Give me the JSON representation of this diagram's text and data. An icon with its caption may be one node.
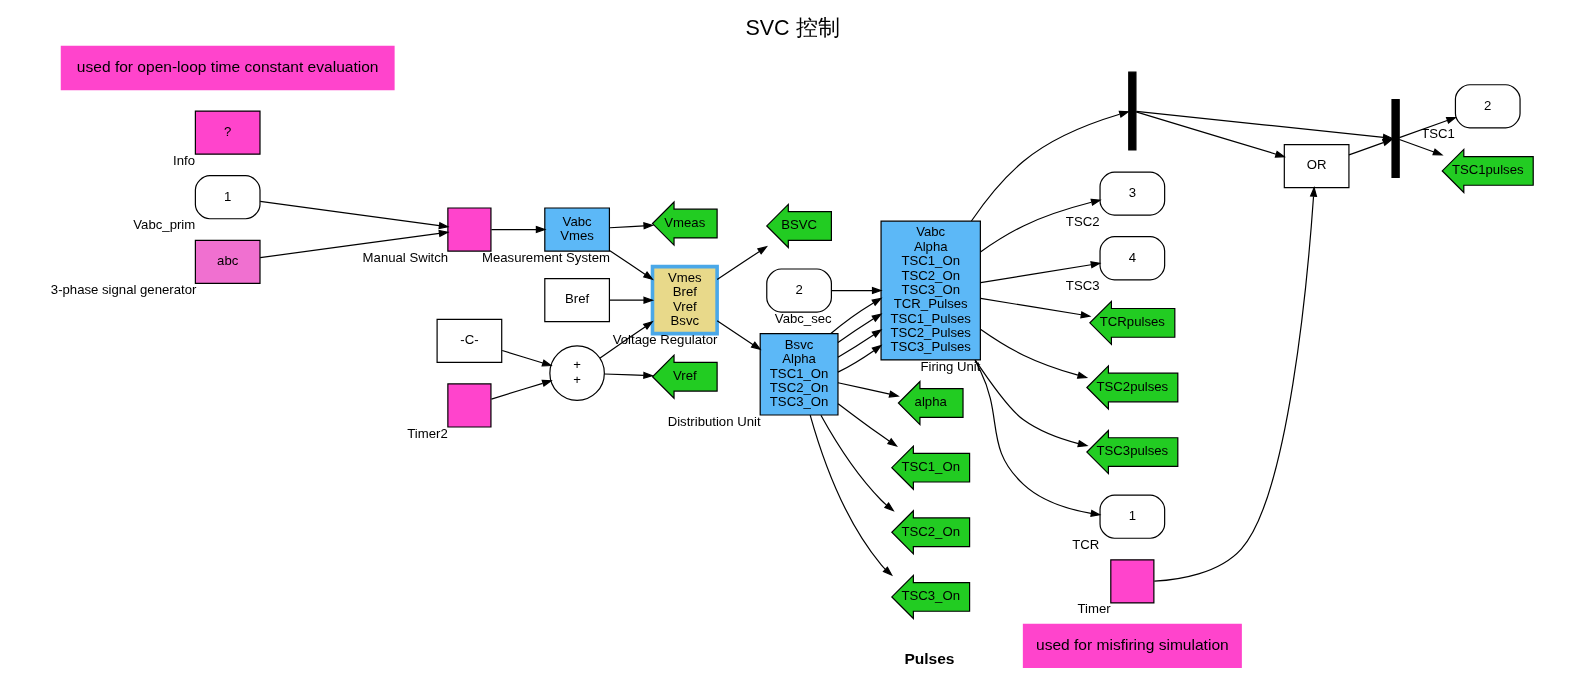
{
  "diagram": {
    "title": "SVC 控制",
    "nodes": [
      {
        "text": [
          "1"
        ],
        "beside": [
          "Vabc_prim"
        ]
      },
      {
        "text": [],
        "shape": "box",
        "beside": [
          "Manual Switch"
        ]
      },
      {
        "text": [
          "abc"
        ],
        "beside": [
          "3-phase signal generator"
        ]
      },
      {
        "text": [
          "Vabc",
          "Vmes"
        ],
        "beside": [
          "Measurement System"
        ]
      },
      {
        "text": [
          "Vmeas"
        ]
      },
      {
        "text": [
          "Bref"
        ]
      },
      {
        "text": [
          "-C-"
        ]
      },
      {
        "text": [
          "+",
          "+"
        ]
      },
      {
        "text": [],
        "shape": "box",
        "beside": [
          "Timer2"
        ]
      },
      {
        "text": [
          "Vref"
        ]
      },
      {
        "text": [
          "Vmes",
          "Bref",
          "Vref",
          "Bsvc"
        ],
        "beside": [
          "Voltage Regulator"
        ]
      },
      {
        "text": [
          "BSVC"
        ]
      },
      {
        "text": [
          "Bsvc",
          "Alpha",
          "TSC1_On",
          "TSC2_On",
          "TSC3_On"
        ],
        "beside": [
          "Distribution Unit"
        ]
      },
      {
        "text": [
          "2"
        ],
        "beside": [
          "Vabc_sec"
        ]
      },
      {
        "text": [
          "Vabc",
          "Alpha",
          "TSC1_On",
          "TSC2_On",
          "TSC3_On",
          "TCR_Pulses",
          "TSC1_Pulses",
          "TSC2_Pulses",
          "TSC3_Pulses"
        ],
        "beside": [
          "Firing Unit"
        ]
      },
      {
        "text": [
          "alpha"
        ]
      },
      {
        "text": [
          "TSC1_On"
        ]
      },
      {
        "text": [
          "TSC2_On"
        ]
      },
      {
        "text": [
          "TSC3_On"
        ]
      },
      {
        "text": [],
        "shape": "box",
        "beside": [
          "Timer"
        ]
      },
      {
        "text": [],
        "shape": "bar"
      },
      {
        "text": [
          "OR"
        ]
      },
      {
        "text": [],
        "shape": "bar"
      },
      {
        "text": [
          "1"
        ],
        "beside": [
          "TCR"
        ]
      },
      {
        "text": [
          "2"
        ],
        "beside": [
          "TSC1"
        ]
      },
      {
        "text": [
          "3"
        ],
        "beside": [
          "TSC2"
        ]
      },
      {
        "text": [
          "4"
        ],
        "beside": [
          "TSC3"
        ]
      },
      {
        "text": [
          "TCRpulses"
        ]
      },
      {
        "text": [
          "TSC1pulses"
        ]
      },
      {
        "text": [
          "TSC2pulses"
        ]
      },
      {
        "text": [
          "TSC3pulses"
        ]
      },
      {
        "text": [
          "used for misfiring simulation"
        ]
      },
      {
        "text": [
          "used for open-loop time constant evaluation"
        ]
      },
      {
        "text": [
          "?"
        ],
        "beside": [
          "Info"
        ]
      }
    ],
    "edges": [
      {
        "from": 0,
        "to": 1,
        "arrow": "to"
      },
      {
        "from": 2,
        "to": 1,
        "arrow": "to"
      },
      {
        "from": 1,
        "to": 3,
        "arrow": "to"
      },
      {
        "from": 3,
        "to": 4,
        "arrow": "to"
      },
      {
        "from": 3,
        "to": 10,
        "arrow": "to"
      },
      {
        "from": 5,
        "to": 10,
        "arrow": "to"
      },
      {
        "from": 6,
        "to": 7,
        "arrow": "to"
      },
      {
        "from": 8,
        "to": 7,
        "arrow": "to"
      },
      {
        "from": 7,
        "to": 10,
        "arrow": "to"
      },
      {
        "from": 7,
        "to": 9,
        "arrow": "to"
      },
      {
        "from": 10,
        "to": 12,
        "arrow": "to"
      },
      {
        "from": 10,
        "to": 11,
        "arrow": "to"
      },
      {
        "from": 13,
        "to": 14,
        "arrow": "to"
      },
      {
        "from": 12,
        "to": 14,
        "arrow": "to"
      },
      {
        "from": 12,
        "to": 14,
        "arrow": "to"
      },
      {
        "from": 12,
        "to": 14,
        "arrow": "to"
      },
      {
        "from": 12,
        "to": 14,
        "arrow": "to"
      },
      {
        "from": 12,
        "to": 15,
        "arrow": "to"
      },
      {
        "from": 12,
        "to": 16,
        "arrow": "to"
      },
      {
        "from": 12,
        "to": 17,
        "arrow": "to"
      },
      {
        "from": 12,
        "to": 18,
        "arrow": "to"
      },
      {
        "from": 14,
        "to": 23,
        "arrow": "to"
      },
      {
        "from": 14,
        "to": 27,
        "arrow": "to"
      },
      {
        "from": 14,
        "to": 20,
        "arrow": "to"
      },
      {
        "from": 19,
        "to": 21,
        "arrow": "to"
      },
      {
        "from": 20,
        "to": 21,
        "arrow": "to"
      },
      {
        "from": 21,
        "to": 22,
        "arrow": "to"
      },
      {
        "from": 20,
        "to": 22,
        "arrow": "to"
      },
      {
        "from": 22,
        "to": 24,
        "arrow": "to"
      },
      {
        "from": 22,
        "to": 28,
        "arrow": "to"
      },
      {
        "from": 14,
        "to": 25,
        "arrow": "to"
      },
      {
        "from": 14,
        "to": 29,
        "arrow": "to"
      },
      {
        "from": 14,
        "to": 26,
        "arrow": "to"
      },
      {
        "from": 14,
        "to": 30,
        "arrow": "to"
      }
    ],
    "labels": [
      "Pulses"
    ]
  }
}
